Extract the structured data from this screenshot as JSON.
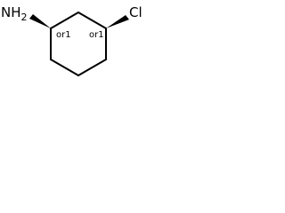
{
  "molecule": {
    "atoms": {
      "amine": "NH2",
      "chlorine": "Cl"
    },
    "stereo_labels": {
      "c1": "or1",
      "c3": "or1"
    }
  }
}
